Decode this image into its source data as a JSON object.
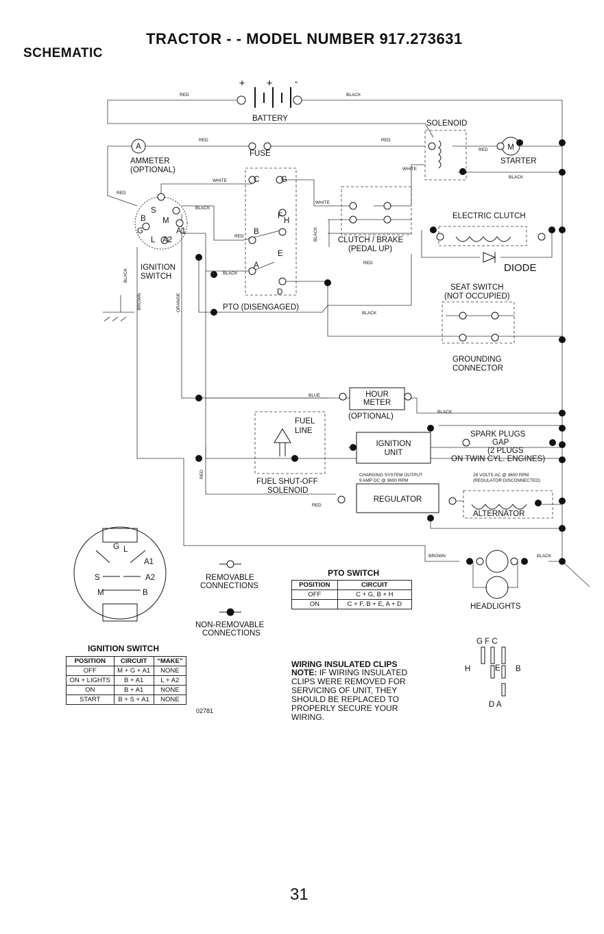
{
  "header": {
    "title": "TRACTOR - - MODEL NUMBER 917.273631",
    "subtitle": "SCHEMATIC"
  },
  "components": {
    "battery": "BATTERY",
    "battery_plus": "+",
    "battery_minus": "-",
    "ammeter_symbol": "A",
    "ammeter": "AMMETER",
    "ammeter_note": "(OPTIONAL)",
    "fuse": "FUSE",
    "solenoid": "SOLENOID",
    "starter": "STARTER",
    "starter_symbol": "M",
    "electric_clutch": "ELECTRIC CLUTCH",
    "diode": "DIODE",
    "seat_switch": "SEAT SWITCH",
    "seat_switch_note": "(NOT OCCUPIED)",
    "grounding_connector_1": "GROUNDING",
    "grounding_connector_2": "CONNECTOR",
    "clutch_brake": "CLUTCH / BRAKE",
    "clutch_brake_note": "(PEDAL UP)",
    "pto": "PTO (DISENGAGED)",
    "ignition_switch_1": "IGNITION",
    "ignition_switch_2": "SWITCH",
    "hour_meter_1": "HOUR",
    "hour_meter_2": "METER",
    "hour_meter_note": "(OPTIONAL)",
    "fuel_line_1": "FUEL",
    "fuel_line_2": "LINE",
    "fuel_solenoid_1": "FUEL SHUT-OFF",
    "fuel_solenoid_2": "SOLENOID",
    "ignition_unit_1": "IGNITION",
    "ignition_unit_2": "UNIT",
    "spark_plugs_1": "SPARK PLUGS",
    "spark_plugs_2": "GAP",
    "spark_plugs_3": "(2 PLUGS",
    "spark_plugs_4": "ON TWIN CYL. ENGINES)",
    "charging_output_1": "CHARGING SYSTEM OUTPUT",
    "charging_output_2": "9 AMP DC @ 3600 RPM",
    "ac_output_1": "28 VOLTS AC @ 3600 RPM",
    "ac_output_2": "(REGULATOR DISCONNECTED)",
    "regulator": "REGULATOR",
    "alternator": "ALTERNATOR",
    "headlights": "HEADLIGHTS"
  },
  "pins": {
    "ignition": [
      "S",
      "M",
      "B",
      "G",
      "A1",
      "L",
      "A2"
    ],
    "pto_c": "C",
    "pto_g": "G",
    "pto_f": "F",
    "pto_h": "H",
    "pto_b": "B",
    "pto_e": "E",
    "pto_a": "A",
    "pto_d": "D",
    "face": [
      "G",
      "L",
      "A1",
      "S",
      "A2",
      "M",
      "B"
    ],
    "connector_top": "G F C",
    "connector_h": "H",
    "connector_e": "E",
    "connector_b": "B",
    "connector_bottom": "D A"
  },
  "wire_labels": {
    "red": "RED",
    "black": "BLACK",
    "white": "WHITE",
    "blue": "BLUE",
    "brown": "BROWN",
    "orange": "ORANGE"
  },
  "legend": {
    "removable_1": "REMOVABLE",
    "removable_2": "CONNECTIONS",
    "non_removable_1": "NON-REMOVABLE",
    "non_removable_2": "CONNECTIONS"
  },
  "ignition_table": {
    "caption": "IGNITION SWITCH",
    "headers": [
      "POSITION",
      "CIRCUIT",
      "“MAKE”"
    ],
    "rows": [
      [
        "OFF",
        "M + G + A1",
        "NONE"
      ],
      [
        "ON + LIGHTS",
        "B + A1",
        "L + A2"
      ],
      [
        "ON",
        "B + A1",
        "NONE"
      ],
      [
        "START",
        "B + S + A1",
        "NONE"
      ]
    ]
  },
  "pto_table": {
    "caption": "PTO SWITCH",
    "headers": [
      "POSITION",
      "CIRCUIT"
    ],
    "rows": [
      [
        "OFF",
        "C + G, B + H"
      ],
      [
        "ON",
        "C + F, B + E, A + D"
      ]
    ]
  },
  "note": {
    "heading": "WIRING INSULATED CLIPS",
    "label": "NOTE:",
    "text": "IF WIRING INSULATED CLIPS WERE REMOVED FOR SERVICING OF UNIT, THEY SHOULD BE REPLACED TO PROPERLY SECURE YOUR WIRING."
  },
  "part_number": "02781",
  "page_number": "31"
}
